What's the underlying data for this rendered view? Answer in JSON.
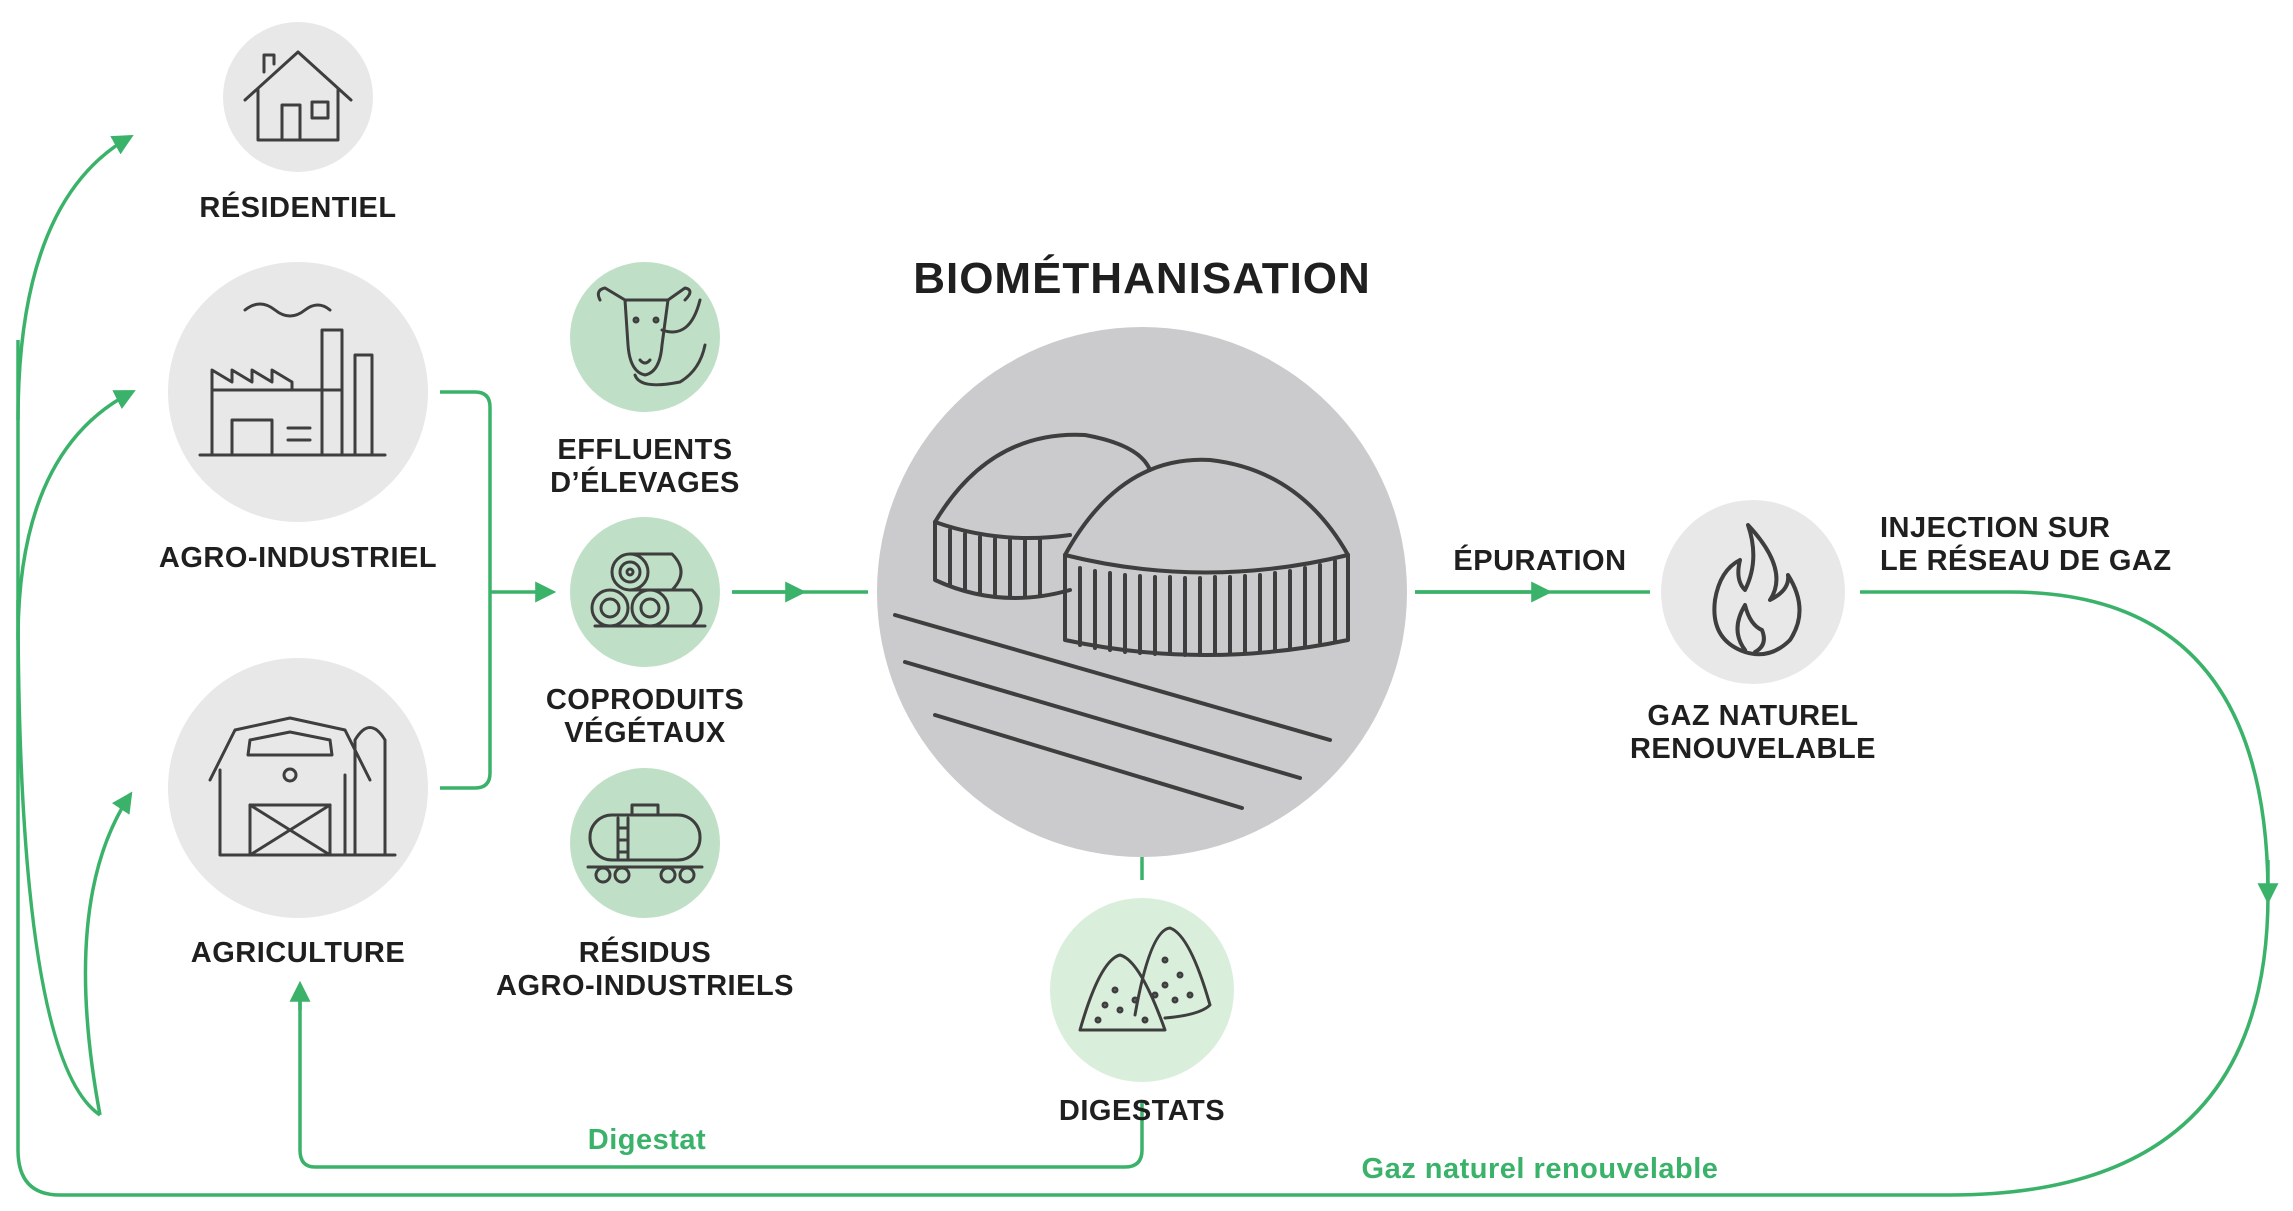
{
  "title": "BIOMÉTHANISATION",
  "consumers": {
    "residential": "RÉSIDENTIEL",
    "agro_industrial": "AGRO-INDUSTRIEL",
    "agriculture": "AGRICULTURE"
  },
  "inputs": {
    "effluents_line1": "EFFLUENTS",
    "effluents_line2": "D’ÉLEVAGES",
    "coproducts_line1": "COPRODUITS",
    "coproducts_line2": "VÉGÉTAUX",
    "residues_line1": "RÉSIDUS",
    "residues_line2": "AGRO-INDUSTRIELS"
  },
  "process": {
    "purification": "ÉPURATION",
    "digestates": "DIGESTATS",
    "rng_line1": "GAZ NATUREL",
    "rng_line2": "RENOUVELABLE",
    "injection_line1": "INJECTION SUR",
    "injection_line2": "LE RÉSEAU DE GAZ"
  },
  "flows": {
    "digestate": "Digestat",
    "renewable_gas": "Gaz naturel renouvelable"
  },
  "colors": {
    "accent_green": "#3bb26a",
    "light_green_circle": "#bfe0c6",
    "pale_green_circle": "#daeedc",
    "gray_circle": "#e8e8e8",
    "big_gray_circle": "#cbcbcd",
    "icon_stroke": "#3e3e3e"
  }
}
